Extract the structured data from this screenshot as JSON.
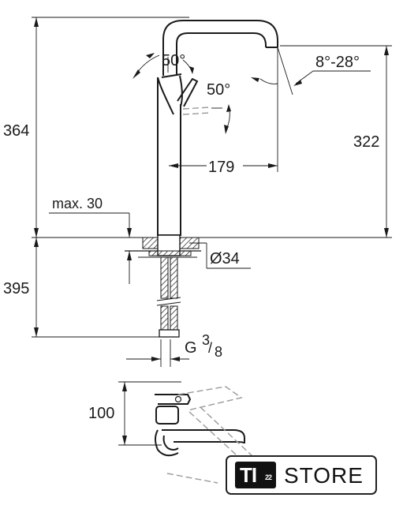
{
  "dimensions": {
    "total_height": "364",
    "spout_height": "322",
    "lever_angle_top": "50°",
    "lever_angle_side": "50°",
    "swivel_angle": "8°-28°",
    "projection": "179",
    "max_deck": "max. 30",
    "hole_diameter": "Ø34",
    "hose_length": "395",
    "connection_prefix": "G",
    "connection_num": "3",
    "connection_den": "8",
    "top_view_depth": "100"
  },
  "logo": {
    "badge": "TI",
    "badge_sup": "22",
    "text": "STORE"
  }
}
